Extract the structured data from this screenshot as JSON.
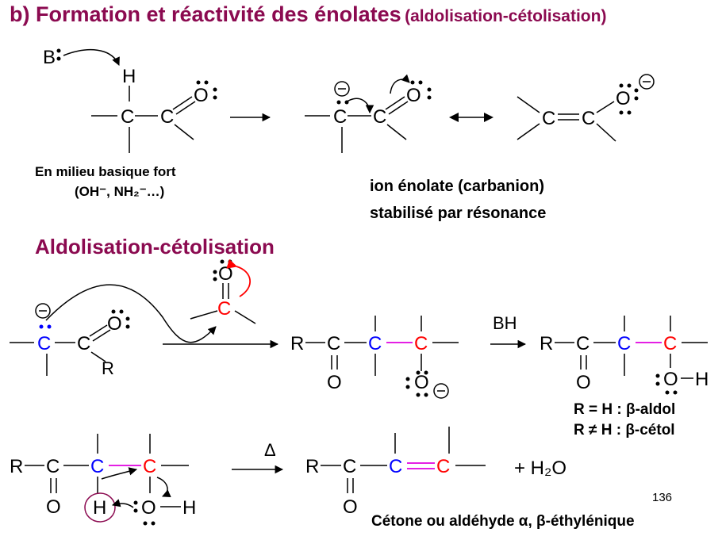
{
  "title": {
    "main": "b) Formation et réactivité des énolates",
    "sub": "(aldolisation-cétolisation)"
  },
  "enolate_section": {
    "base_label": "B",
    "conditions_line1": "En milieu basique fort",
    "conditions_line2": "(OH⁻, NH₂⁻…)",
    "enolate_line1": "ion énolate (carbanion)",
    "enolate_line2": "stabilisé par résonance"
  },
  "aldol_heading": "Aldolisation-cétolisation",
  "aldol_section": {
    "bh_label": "BH",
    "result_line1": "R = H : β-aldol",
    "result_line2": "R ≠ H : β-cétol"
  },
  "dehydration_section": {
    "delta_label": "Δ",
    "water_label": "+  H₂O",
    "product_label": "Cétone ou aldéhyde α, β-éthylénique"
  },
  "atoms": {
    "C": "C",
    "O": "O",
    "H": "H",
    "R": "R"
  },
  "page_number": "136",
  "colors": {
    "title": "#8b0a50",
    "carbanion": "#0000ff",
    "carbonyl": "#ff0000",
    "new_bond": "#e000e0",
    "text": "#000000"
  }
}
